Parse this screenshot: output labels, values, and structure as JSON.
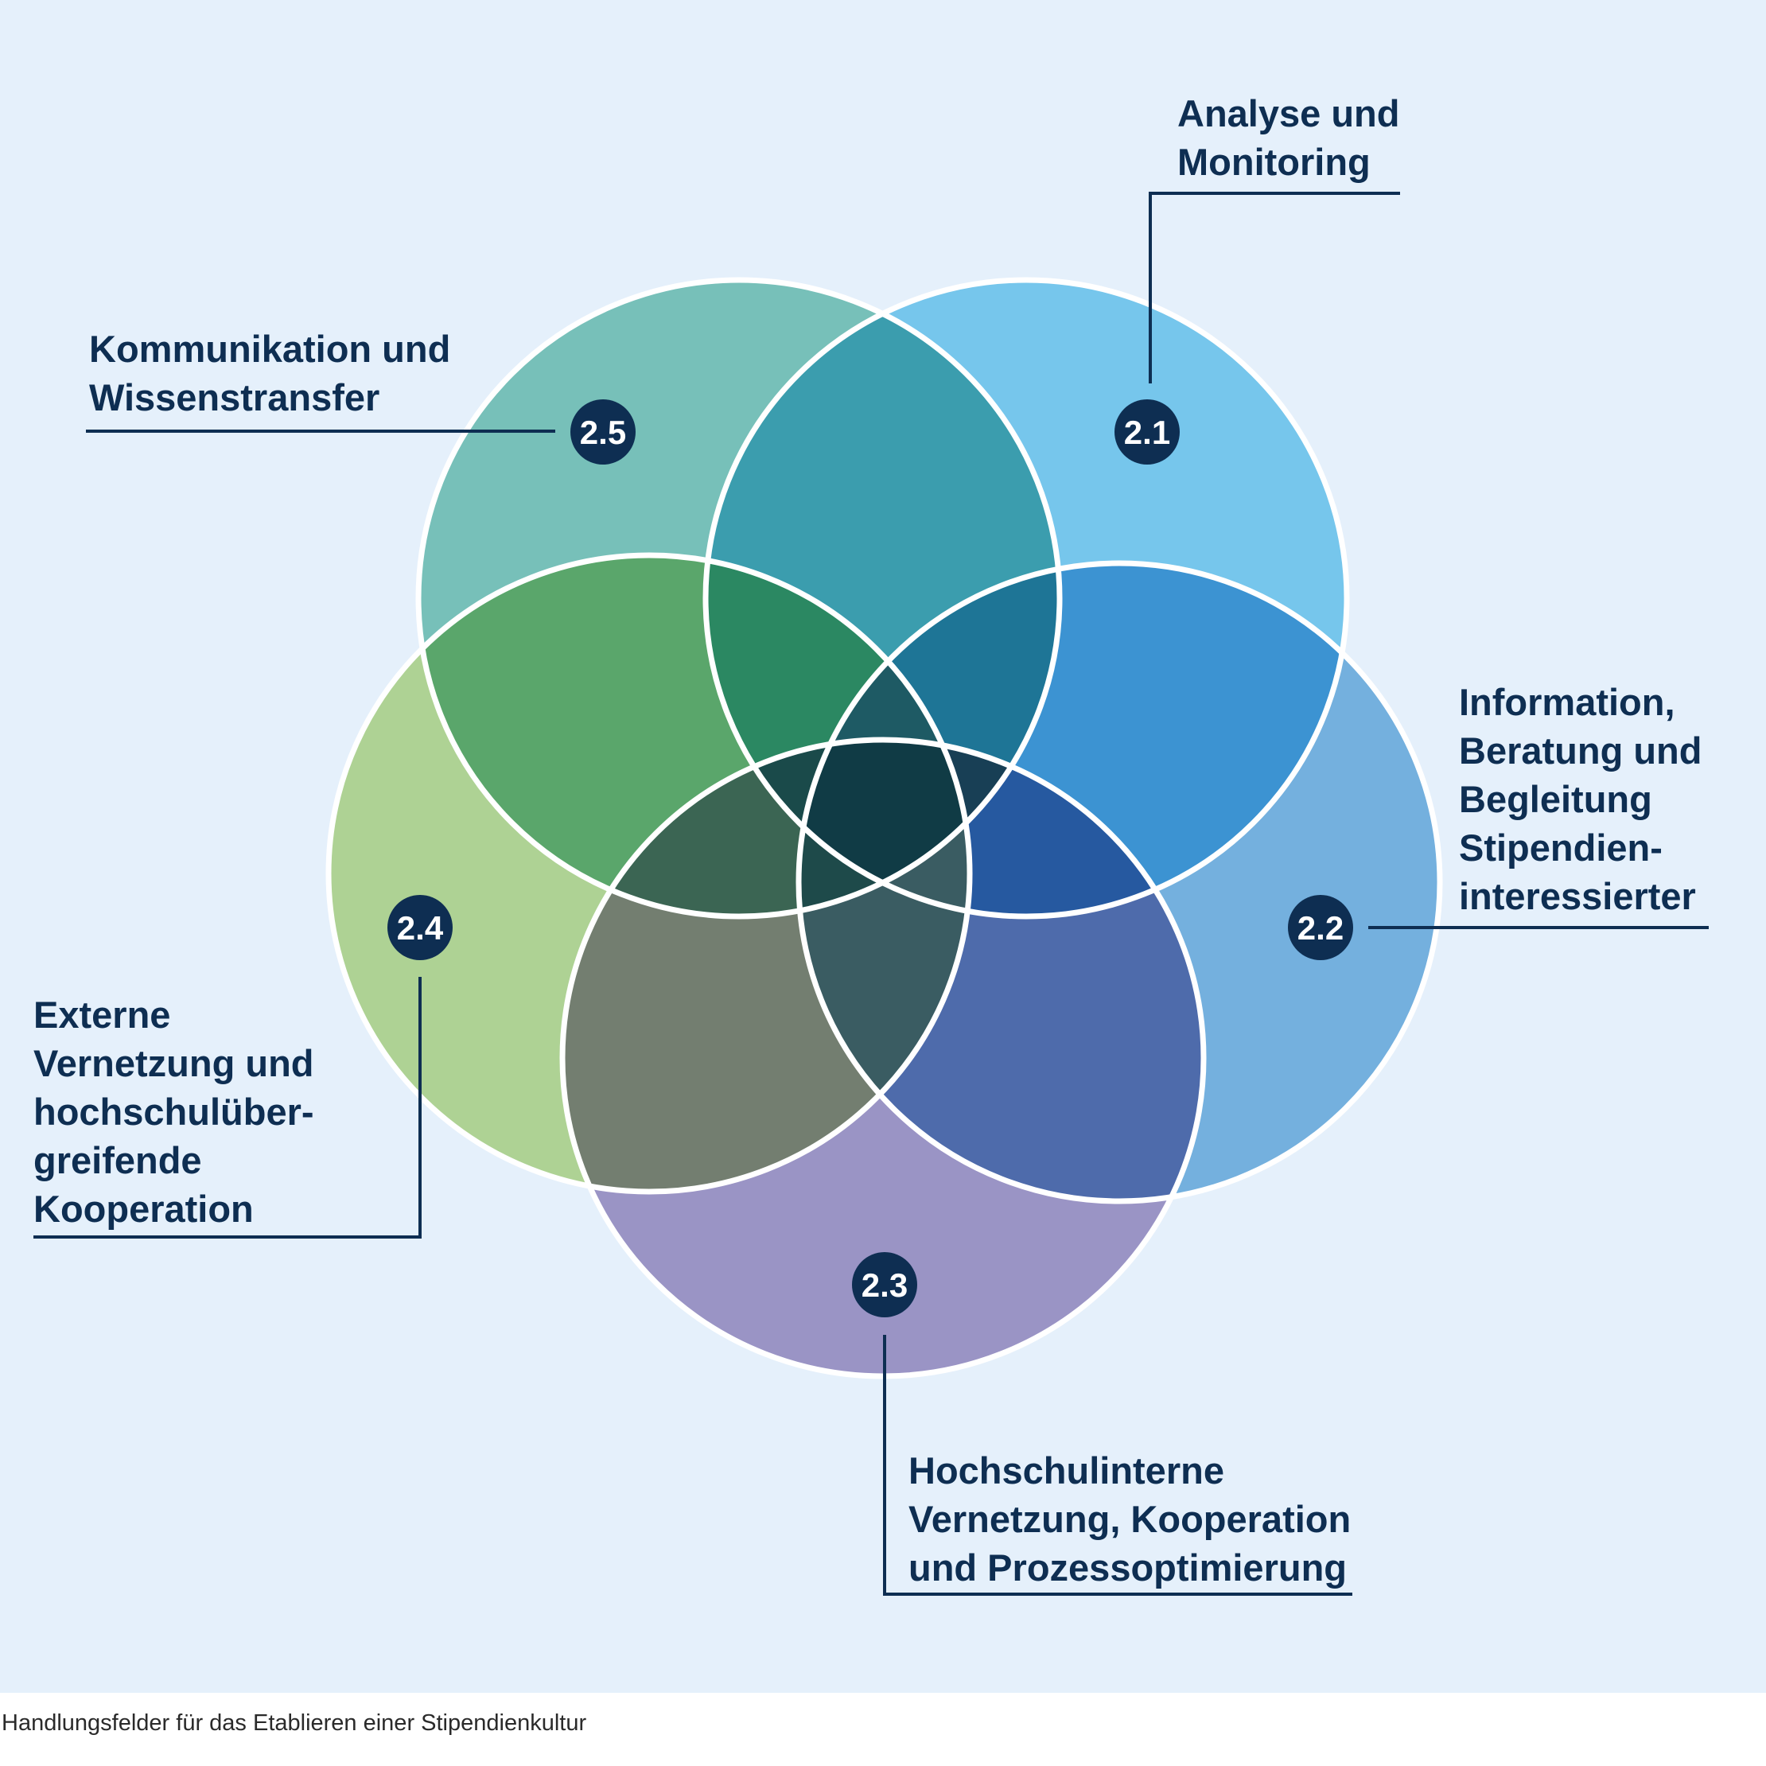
{
  "fields": [
    {
      "id": "2.1",
      "title": "Analyse und\nMonitoring",
      "color": "#76c6ec"
    },
    {
      "id": "2.2",
      "title": "Information,\nBeratung und\nBegleitung\nStipendien-\ninteressierter",
      "color": "#74b0de"
    },
    {
      "id": "2.3",
      "title": "Hochschulinterne\nVernetzung, Kooperation\nund Prozessoptimierung",
      "color": "#9a94c5"
    },
    {
      "id": "2.4",
      "title": "Externe\nVernetzung und\nhochschulüber-\ngreifende\nKooperation",
      "color": "#aed294"
    },
    {
      "id": "2.5",
      "title": "Kommunikation und\nWissenstransfer",
      "color": "#77c0b9"
    }
  ],
  "colors": {
    "background": "#e5f0fb",
    "badge": "#0e2e52",
    "outline": "#ffffff",
    "leader_line": "#0e2e52",
    "text": "#0e2e52"
  },
  "caption": "Handlungsfelder für das Etablieren einer Stipendienkultur"
}
